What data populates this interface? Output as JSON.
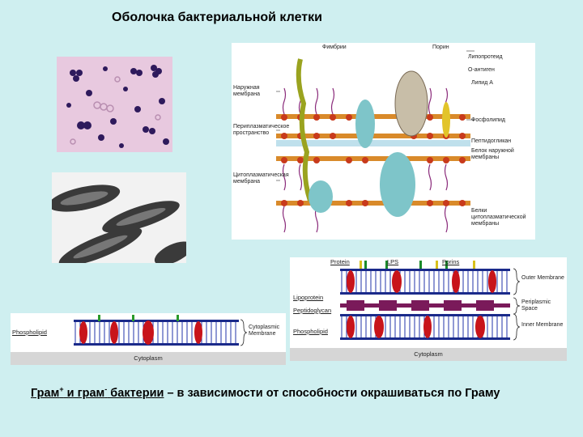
{
  "title": "Оболочка бактериальной клетки",
  "envelope_diagram": {
    "top_labels": [
      "Фимбрии",
      "Порин"
    ],
    "right_labels": [
      "Липопротеид",
      "О-антиген",
      "Липид А",
      "Фосфолипид",
      "Пептидогликан",
      "Белок наружной мембраны",
      "Белки цитоплазматической мембраны"
    ],
    "left_labels": [
      "Наружная мембрана",
      "Периплазматическое пространство",
      "Цитоплазматическая мембрана"
    ]
  },
  "gram_positive": {
    "phospholipid_label": "Phospholipid",
    "membrane_label": "Cytoplasmic Membrane",
    "cytoplasm_label": "Cytoplasm"
  },
  "gram_negative": {
    "top_labels": [
      "Protein",
      "LPS",
      "Porins"
    ],
    "left_labels": [
      "Lipoprotein",
      "Peptidoglycan",
      "Phospholipid"
    ],
    "right_labels": [
      "Outer Membrane",
      "Periplasmic Space",
      "Inner Membrane"
    ],
    "cytoplasm_label": "Cytoplasm"
  },
  "caption": {
    "underlined": "Грам+ и грам- бактерии",
    "gram_plus": "Грам",
    "gram_minus": " и грам",
    "word_bacteria": " бактерии",
    "rest": " – в зависимости от способности окрашиваться по Граму"
  }
}
